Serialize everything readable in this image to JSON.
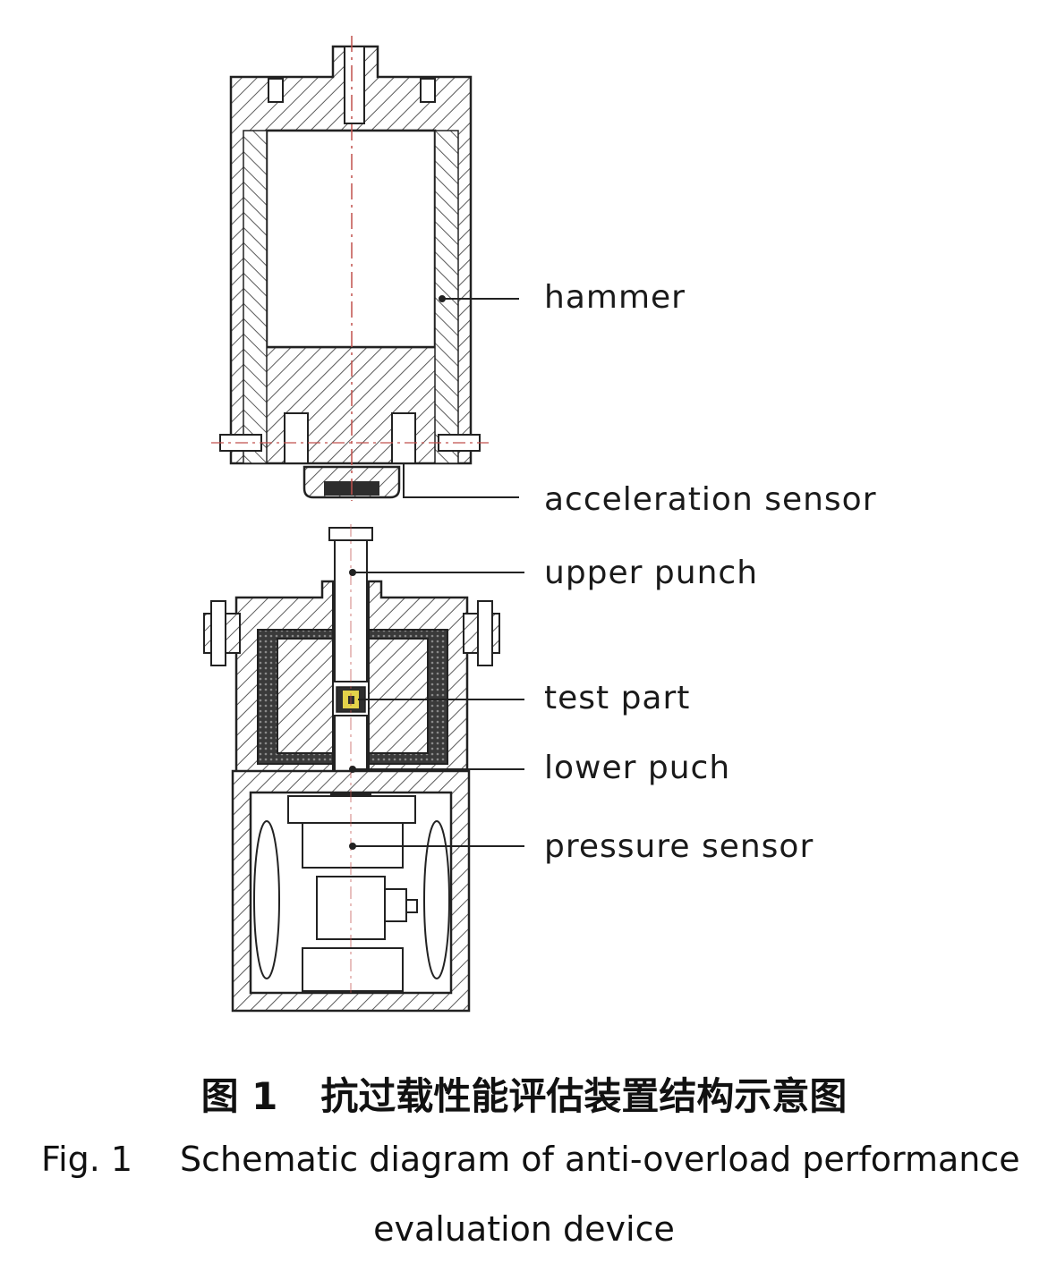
{
  "labels": {
    "hammer": "hammer",
    "acceleration_sensor": "acceleration sensor",
    "upper_punch": "upper punch",
    "test_part": "test part",
    "lower_punch": "lower puch",
    "pressure_sensor": "pressure sensor"
  },
  "caption": {
    "cn_number": "图 1",
    "cn_title": "抗过载性能评估装置结构示意图",
    "en_number": "Fig. 1",
    "en_title_line1": "Schematic diagram of anti-overload performance",
    "en_title_line2": "evaluation device"
  },
  "colors": {
    "line": "#222222",
    "hatch": "#5a5a5a",
    "centerline": "#c0504d",
    "test_part": "#e3d24a",
    "dark_fill": "#2d2d2d"
  }
}
